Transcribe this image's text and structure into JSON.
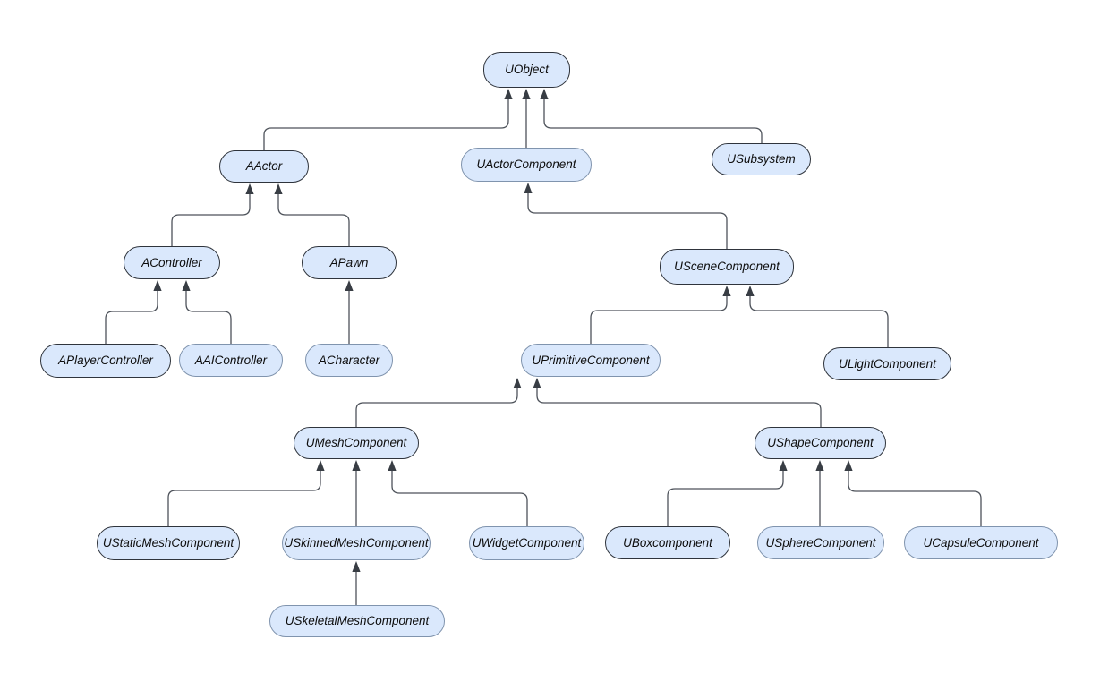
{
  "diagram": {
    "type": "class-hierarchy",
    "background_color": "#ffffff",
    "node_fill_color": "#dae8fc",
    "node_border_dark_color": "#2f343c",
    "node_border_light_color": "#8094ae",
    "edge_color": "#4d525a",
    "arrowhead_color": "#383d44",
    "nodes": [
      {
        "id": "uobject",
        "label": "UObject",
        "border": "dark"
      },
      {
        "id": "aactor",
        "label": "AActor",
        "border": "dark"
      },
      {
        "id": "uactorcomponent",
        "label": "UActorComponent",
        "border": "light"
      },
      {
        "id": "usubsystem",
        "label": "USubsystem",
        "border": "dark"
      },
      {
        "id": "acontroller",
        "label": "AController",
        "border": "dark"
      },
      {
        "id": "apawn",
        "label": "APawn",
        "border": "dark"
      },
      {
        "id": "aplayercontroller",
        "label": "APlayerController",
        "border": "dark"
      },
      {
        "id": "aaicontroller",
        "label": "AAIController",
        "border": "light"
      },
      {
        "id": "acharacter",
        "label": "ACharacter",
        "border": "light"
      },
      {
        "id": "uscenecomponent",
        "label": "USceneComponent",
        "border": "dark"
      },
      {
        "id": "uprimitivecomponent",
        "label": "UPrimitiveComponent",
        "border": "light"
      },
      {
        "id": "ulightcomponent",
        "label": "ULightComponent",
        "border": "dark"
      },
      {
        "id": "umeshcomponent",
        "label": "UMeshComponent",
        "border": "dark"
      },
      {
        "id": "ushapecomponent",
        "label": "UShapeComponent",
        "border": "dark"
      },
      {
        "id": "ustaticmeshcomponent",
        "label": "UStaticMeshComponent",
        "border": "dark"
      },
      {
        "id": "uskinnedmeshcomponent",
        "label": "USkinnedMeshComponent",
        "border": "light"
      },
      {
        "id": "uwidgetcomponent",
        "label": "UWidgetComponent",
        "border": "light"
      },
      {
        "id": "uboxcomponent",
        "label": "UBoxcomponent",
        "border": "dark"
      },
      {
        "id": "uspherecomponent",
        "label": "USphereComponent",
        "border": "light"
      },
      {
        "id": "ucapsulecomponent",
        "label": "UCapsuleComponent",
        "border": "light"
      },
      {
        "id": "uskeletalmeshcomponent",
        "label": "USkeletalMeshComponent",
        "border": "light"
      }
    ],
    "edges": [
      {
        "from": "aactor",
        "to": "uobject"
      },
      {
        "from": "uactorcomponent",
        "to": "uobject"
      },
      {
        "from": "usubsystem",
        "to": "uobject"
      },
      {
        "from": "acontroller",
        "to": "aactor"
      },
      {
        "from": "apawn",
        "to": "aactor"
      },
      {
        "from": "aplayercontroller",
        "to": "acontroller"
      },
      {
        "from": "aaicontroller",
        "to": "acontroller"
      },
      {
        "from": "acharacter",
        "to": "apawn"
      },
      {
        "from": "uscenecomponent",
        "to": "uactorcomponent"
      },
      {
        "from": "uprimitivecomponent",
        "to": "uscenecomponent"
      },
      {
        "from": "ulightcomponent",
        "to": "uscenecomponent"
      },
      {
        "from": "umeshcomponent",
        "to": "uprimitivecomponent"
      },
      {
        "from": "ushapecomponent",
        "to": "uprimitivecomponent"
      },
      {
        "from": "ustaticmeshcomponent",
        "to": "umeshcomponent"
      },
      {
        "from": "uskinnedmeshcomponent",
        "to": "umeshcomponent"
      },
      {
        "from": "uwidgetcomponent",
        "to": "umeshcomponent"
      },
      {
        "from": "uboxcomponent",
        "to": "ushapecomponent"
      },
      {
        "from": "uspherecomponent",
        "to": "ushapecomponent"
      },
      {
        "from": "ucapsulecomponent",
        "to": "ushapecomponent"
      },
      {
        "from": "uskeletalmeshcomponent",
        "to": "uskinnedmeshcomponent"
      }
    ]
  }
}
